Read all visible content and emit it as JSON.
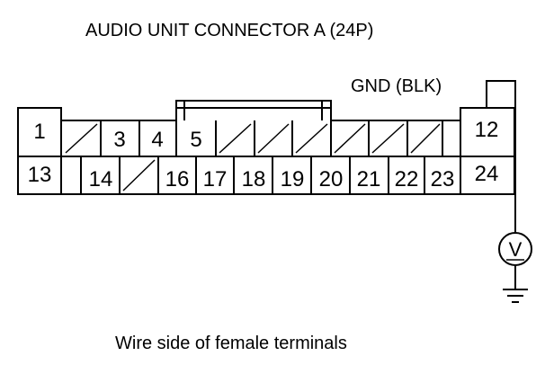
{
  "title": "AUDIO UNIT CONNECTOR A (24P)",
  "gnd_label": "GND (BLK)",
  "caption": "Wire side of female terminals",
  "top_row": [
    "1",
    "3",
    "4",
    "5",
    "12"
  ],
  "bottom_row": [
    "13",
    "14",
    "16",
    "17",
    "18",
    "19",
    "20",
    "21",
    "22",
    "23",
    "24"
  ],
  "meter_symbol": "V",
  "icons": [
    "voltmeter-icon",
    "ground-icon"
  ]
}
